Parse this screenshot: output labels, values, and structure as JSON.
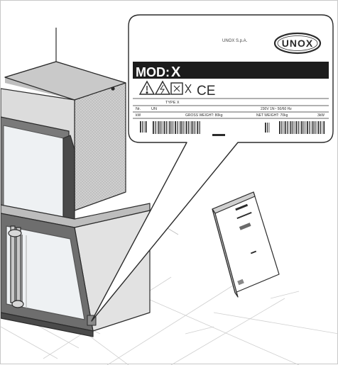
{
  "rating_plate": {
    "company": "UNOX S.p.A.",
    "brand": "UNOX",
    "model_prefix": "MOD:",
    "model_value": "X",
    "ce_mark": "CE",
    "type_label": "TYPE X",
    "serial_label": "Nr.",
    "serial_value": "UN",
    "electrical": "230V 1N~ 50/60 Hz",
    "power_label": "kW",
    "power_value": "3kW",
    "gross_weight": "GROSS WEIGHT: 80kg",
    "net_weight": "NET WEIGHT: 70kg"
  },
  "colors": {
    "outline": "#2b2b2b",
    "plate_band": "#1c1c1c",
    "oven_top": "#c9c9c9",
    "oven_side": "#dcdcdc",
    "glass": "#eef1f3"
  }
}
